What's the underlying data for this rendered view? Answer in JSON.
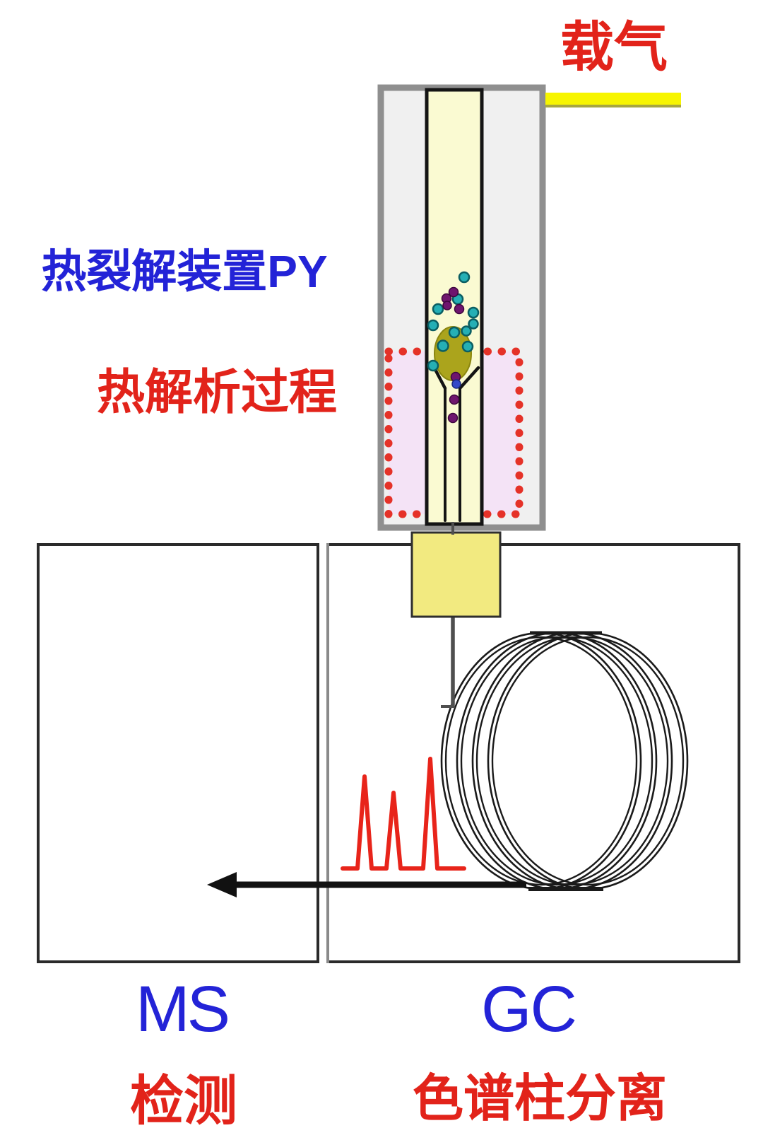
{
  "labels": {
    "carrier_gas": "载气",
    "pyrolyzer_device": "热裂解装置PY",
    "thermal_desorption": "热解析过程",
    "ms_abbr": "MS",
    "ms_caption": "检测",
    "gc_abbr": "GC",
    "gc_caption": "色谱柱分离"
  },
  "colors": {
    "label_blue": "#2323D7",
    "label_red": "#E2231A",
    "carrier_line_yellow": "#F7F500",
    "carrier_line_edge": "#A6A640",
    "pyrolyzer_frame_gray": "#8F8F8F",
    "pyrolyzer_fill_gray": "#F0F0F0",
    "tube_fill": "#FAFAD2",
    "desorption_zone_pink": "#F4E3F6",
    "desorption_border_red": "#E53228",
    "inlet_block_yellow": "#F2EA80",
    "sample_olive": "#ABA41C",
    "particle_teal": "#25AFB5",
    "particle_purple": "#6E156E",
    "particle_blue": "#3548C8",
    "chromatogram_red": "#E8241A",
    "coil_black": "#1A1A1A",
    "box_border": "#2A2A2A"
  }
}
